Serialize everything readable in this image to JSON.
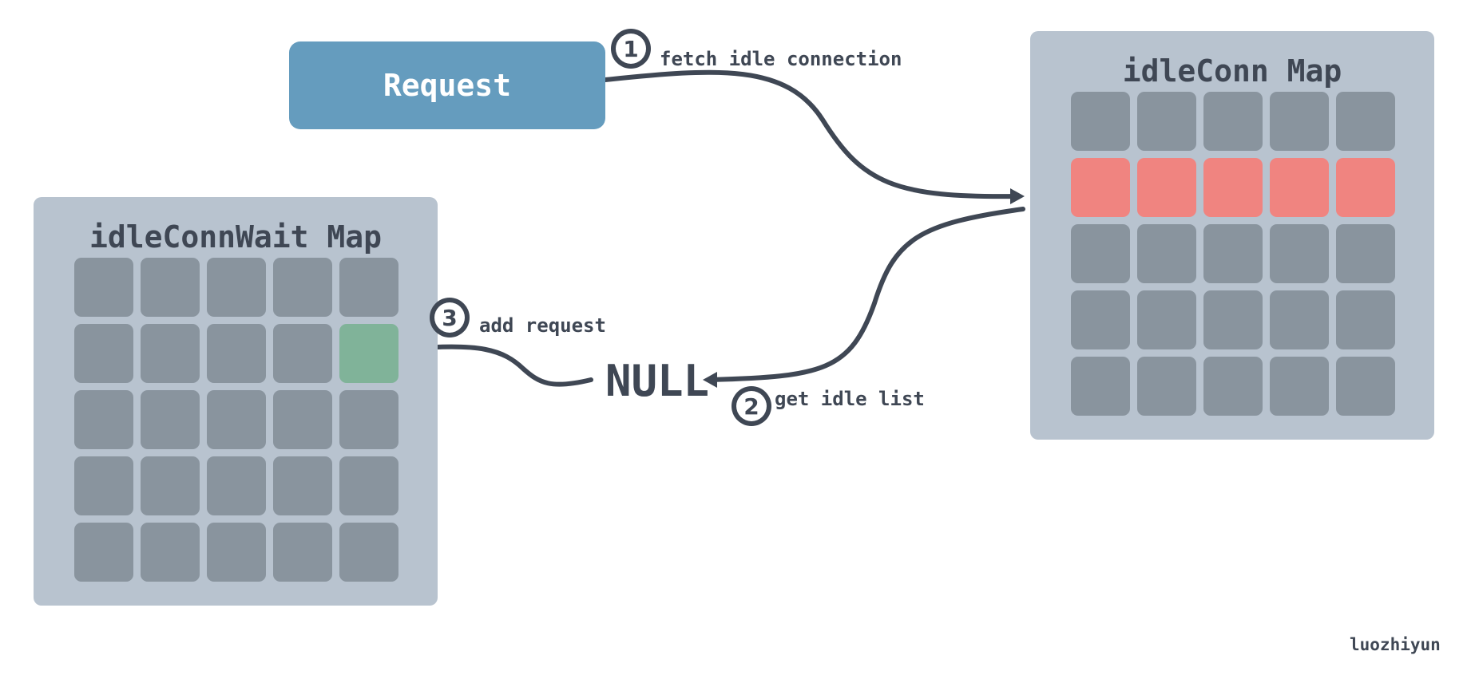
{
  "request": {
    "label": "Request",
    "color": "#659cbe"
  },
  "idle_conn_map": {
    "title": "idleConn Map",
    "highlight_row": 1,
    "highlight_color": "#f08480",
    "cell_color": "#89949e"
  },
  "idle_conn_wait_map": {
    "title": "idleConnWait Map",
    "highlight_cell": {
      "row": 1,
      "col": 4
    },
    "highlight_color": "#80b399",
    "cell_color": "#89949e"
  },
  "null_label": "NULL",
  "steps": [
    {
      "number": "1",
      "label": "fetch idle connection"
    },
    {
      "number": "2",
      "label": "get idle list"
    },
    {
      "number": "3",
      "label": "add request"
    }
  ],
  "signature": "luozhiyun",
  "colors": {
    "panel": "#b8c3cf",
    "dark": "#3f4754"
  }
}
